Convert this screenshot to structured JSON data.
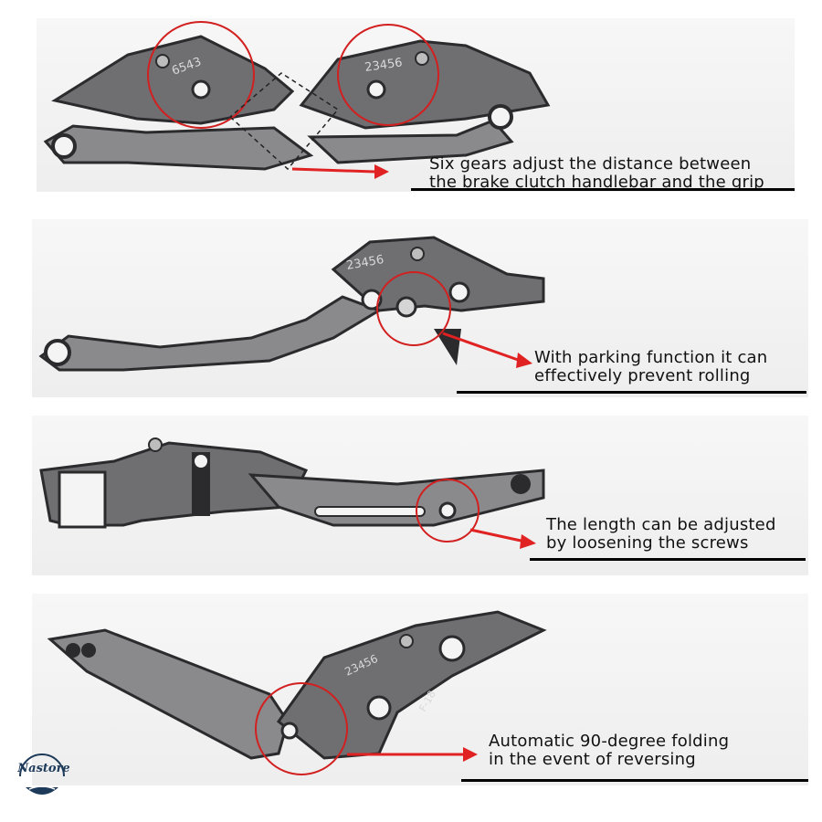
{
  "panels": [
    {
      "id": "gears",
      "caption": [
        "Six gears adjust the distance between",
        "the brake clutch handlebar and the grip"
      ],
      "engraving_left": "6543",
      "engraving_right": "23456"
    },
    {
      "id": "parking",
      "caption": [
        "With parking function it can",
        "effectively prevent rolling"
      ],
      "engraving": "23456"
    },
    {
      "id": "length",
      "caption": [
        "The length can be adjusted",
        "by loosening the screws"
      ]
    },
    {
      "id": "folding",
      "caption": [
        "Automatic 90-degree folding",
        "in the event of reversing"
      ],
      "engraving": "23456",
      "model_mark": "F-18"
    }
  ],
  "brand": {
    "logo_text": "Nastore"
  },
  "colors": {
    "lever_body": "#6f6f72",
    "lever_dark": "#2b2b2d",
    "circle": "#d21f1f",
    "arrow": "#e02222"
  }
}
